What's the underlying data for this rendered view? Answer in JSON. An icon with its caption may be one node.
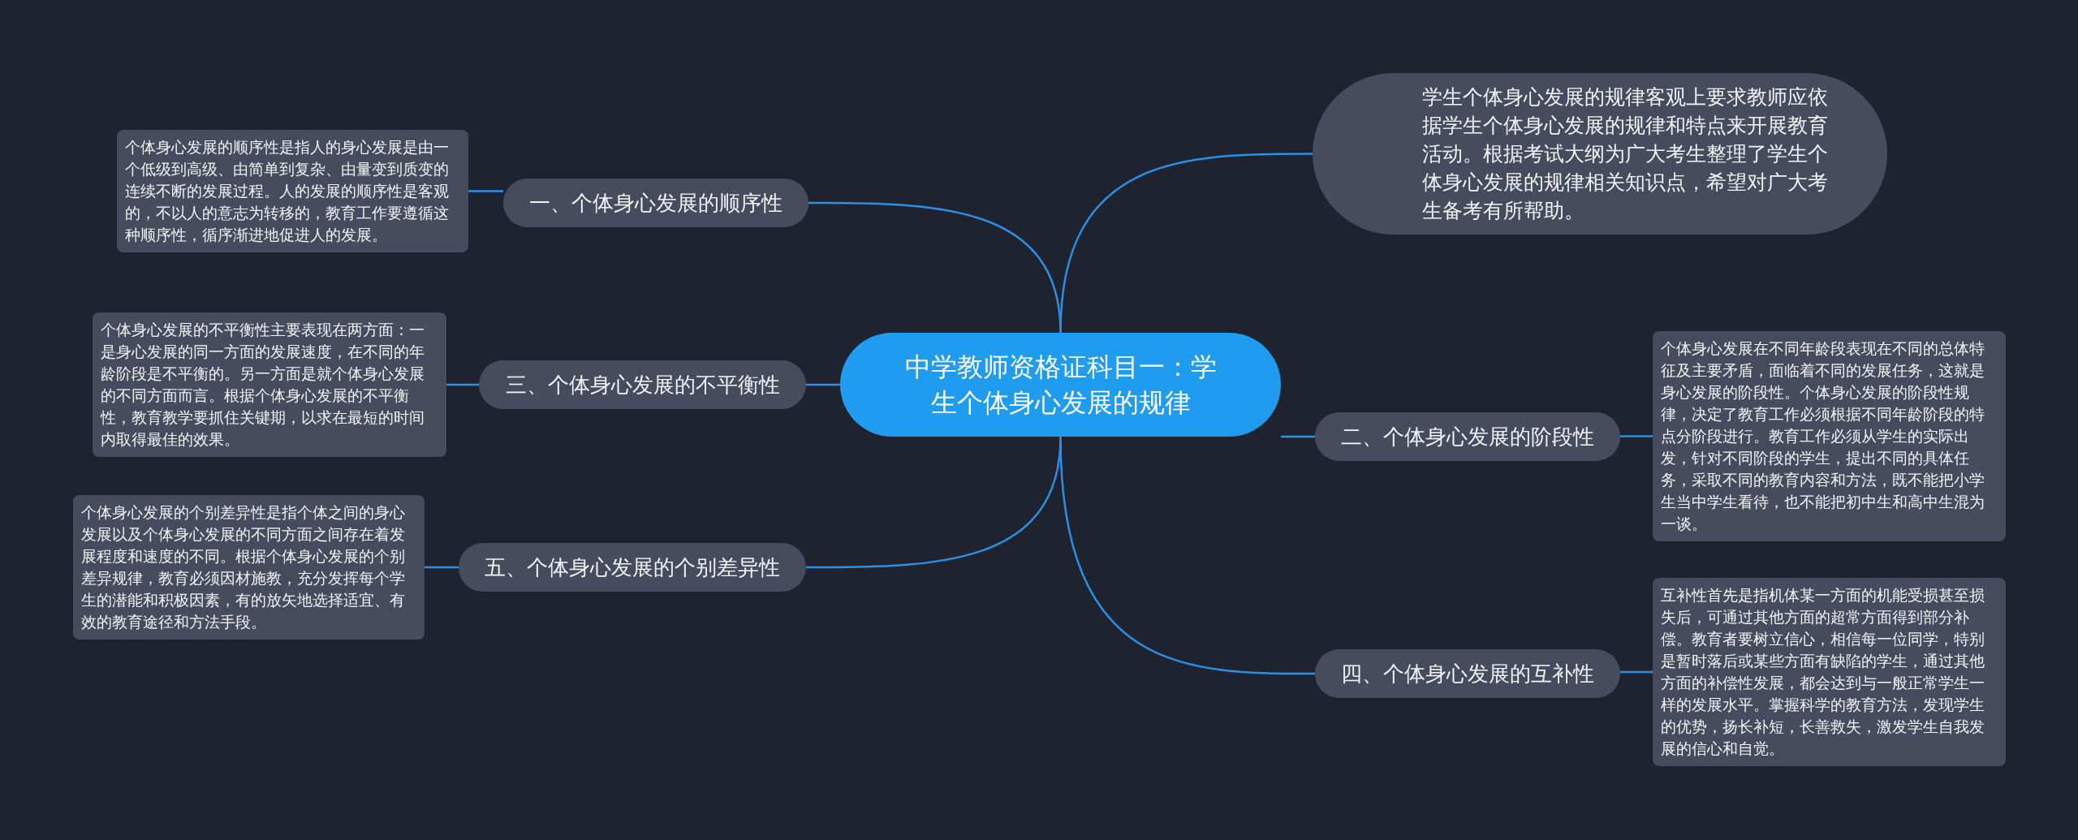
{
  "diagram": {
    "nodes": [
      {
        "text": [
          "中学教师资格证科目一：学生个体身心发展的规律"
        ]
      },
      {
        "text": [
          "一、个体身心发展的顺序性"
        ]
      },
      {
        "text": [
          "个体身心发展的顺序性是指人的身心发展是由一个低级到高级、由简单到复杂、由量变到质变的连续不断的发展过程。人的发展的顺序性是客观的，不以人的意志为转移的，教育工作要遵循这种顺序性，循序渐进地促进人的发展。"
        ]
      },
      {
        "text": [
          "三、个体身心发展的不平衡性"
        ]
      },
      {
        "text": [
          "个体身心发展的不平衡性主要表现在两方面：一是身心发展的同一方面的发展速度，在不同的年龄阶段是不平衡的。另一方面是就个体身心发展的不同方面而言。根据个体身心发展的不平衡性，教育教学要抓住关键期，以求在最短的时间内取得最佳的效果。"
        ]
      },
      {
        "text": [
          "五、个体身心发展的个别差异性"
        ]
      },
      {
        "text": [
          "个体身心发展的个别差异性是指个体之间的身心发展以及个体身心发展的不同方面之间存在着发展程度和速度的不同。根据个体身心发展的个别差异规律，教育必须因材施教，充分发挥每个学生的潜能和积极因素，有的放矢地选择适宜、有效的教育途径和方法手段。"
        ]
      },
      {
        "text": [
          "学生个体身心发展的规律客观上要求教师应依据学生个体身心发展的规律和特点来开展教育活动。根据考试大纲为广大考生整理了学生个体身心发展的规律相关知识点，希望对广大考生备考有所帮助。"
        ]
      },
      {
        "text": [
          "二、个体身心发展的阶段性"
        ]
      },
      {
        "text": [
          "个体身心发展在不同年龄段表现在不同的总体特征及主要矛盾，面临着不同的发展任务，这就是身心发展的阶段性。个体身心发展的阶段性规律，决定了教育工作必须根据不同年龄阶段的特点分阶段进行。教育工作必须从学生的实际出发，针对不同阶段的学生，提出不同的具体任务，采取不同的教育内容和方法，既不能把小学生当中学生看待，也不能把初中生和高中生混为一谈。"
        ]
      },
      {
        "text": [
          "四、个体身心发展的互补性"
        ]
      },
      {
        "text": [
          "互补性首先是指机体某一方面的机能受损甚至损失后，可通过其他方面的超常方面得到部分补偿。教育者要树立信心，相信每一位同学，特别是暂时落后或某些方面有缺陷的学生，通过其他方面的补偿性发展，都会达到与一般正常学生一样的发展水平。掌握科学的教育方法，发现学生的优势，扬长补短，长善救失，激发学生自我发展的信心和自觉。"
        ]
      }
    ],
    "edges": [
      {
        "from": 0,
        "to": 1,
        "arrow": "none"
      },
      {
        "from": 1,
        "to": 2,
        "arrow": "none"
      },
      {
        "from": 0,
        "to": 3,
        "arrow": "none"
      },
      {
        "from": 3,
        "to": 4,
        "arrow": "none"
      },
      {
        "from": 0,
        "to": 5,
        "arrow": "none"
      },
      {
        "from": 5,
        "to": 6,
        "arrow": "none"
      },
      {
        "from": 0,
        "to": 7,
        "arrow": "none"
      },
      {
        "from": 0,
        "to": 8,
        "arrow": "none"
      },
      {
        "from": 8,
        "to": 9,
        "arrow": "none"
      },
      {
        "from": 0,
        "to": 10,
        "arrow": "none"
      },
      {
        "from": 10,
        "to": 11,
        "arrow": "none"
      }
    ]
  }
}
